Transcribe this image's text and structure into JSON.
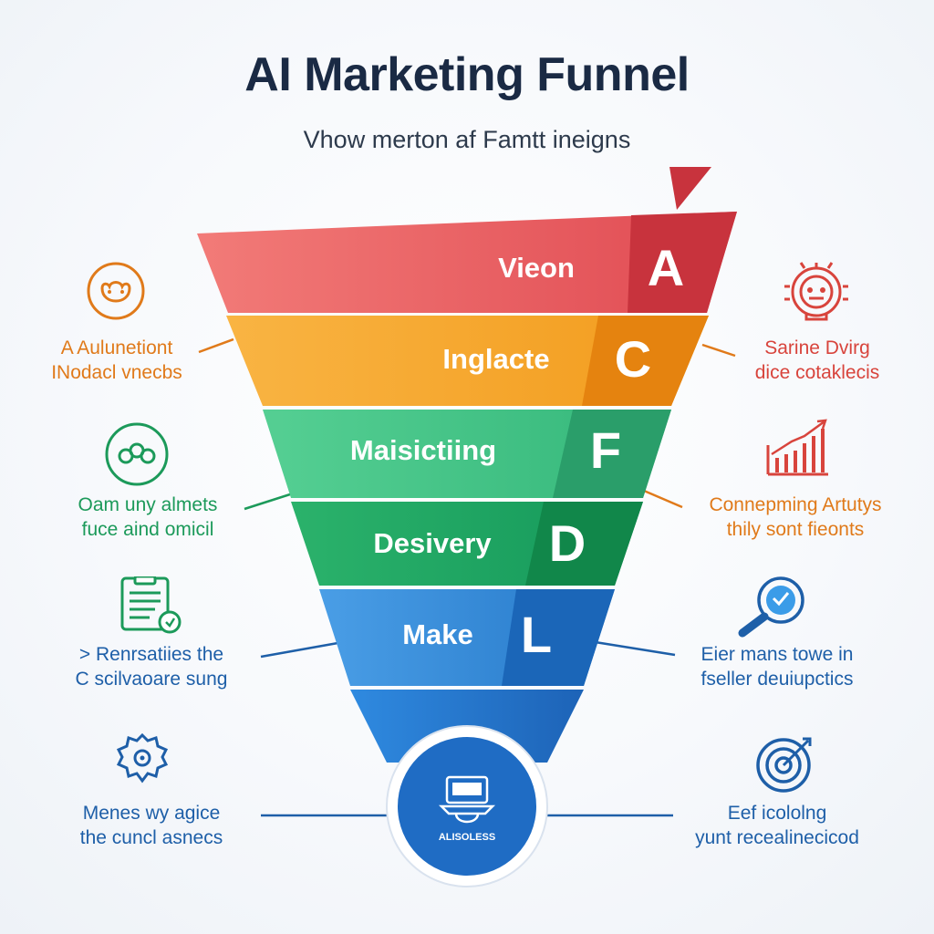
{
  "title": "AI Marketing Funnel",
  "subtitle": "Vhow merton af Famtt ineigns",
  "stages": [
    {
      "label": "Vieon",
      "letter": "A",
      "color": "#e04a52",
      "dark": "#c8333d"
    },
    {
      "label": "Inglacte",
      "letter": "C",
      "color": "#f5a623",
      "dark": "#e5830f"
    },
    {
      "label": "Maisictiing",
      "letter": "F",
      "color": "#3cc080",
      "dark": "#2a9e6a"
    },
    {
      "label": "Desivery",
      "letter": "D",
      "color": "#18a05a",
      "dark": "#11874a"
    },
    {
      "label": "Make",
      "letter": "L",
      "color": "#2e86d8",
      "dark": "#1b66b8"
    }
  ],
  "bottom_badge": {
    "label": "ALISOLESS"
  },
  "left_notes": [
    {
      "lines": [
        "A Aulunetiont",
        "INodacl vnecbs"
      ],
      "color": "#e07a1a",
      "icon": "face-icon"
    },
    {
      "lines": [
        "Oam uny almets",
        "fuce aind omicil"
      ],
      "color": "#1c9a5a",
      "icon": "group-icon"
    },
    {
      "lines": [
        "> Renrsatiies the",
        "C scilvaoare sung"
      ],
      "color": "#1e5fa8",
      "icon": "document-icon"
    },
    {
      "lines": [
        "Menes wy agice",
        "the cuncl asnecs"
      ],
      "color": "#1e5fa8",
      "icon": "gear-icon"
    }
  ],
  "right_notes": [
    {
      "lines": [
        "Sarine Dvirg",
        "dice cotaklecis"
      ],
      "color": "#d8443c",
      "icon": "robot-icon"
    },
    {
      "lines": [
        "Connepming Artutys",
        "thily sont fieonts"
      ],
      "color": "#e07a1a",
      "icon": "chart-icon"
    },
    {
      "lines": [
        "Eier mans towe in",
        "fseller deuiupctics"
      ],
      "color": "#1e5fa8",
      "icon": "magnifier-icon"
    },
    {
      "lines": [
        "Eef icololng",
        "yunt recealinecicod"
      ],
      "color": "#1e5fa8",
      "icon": "target-icon"
    }
  ]
}
